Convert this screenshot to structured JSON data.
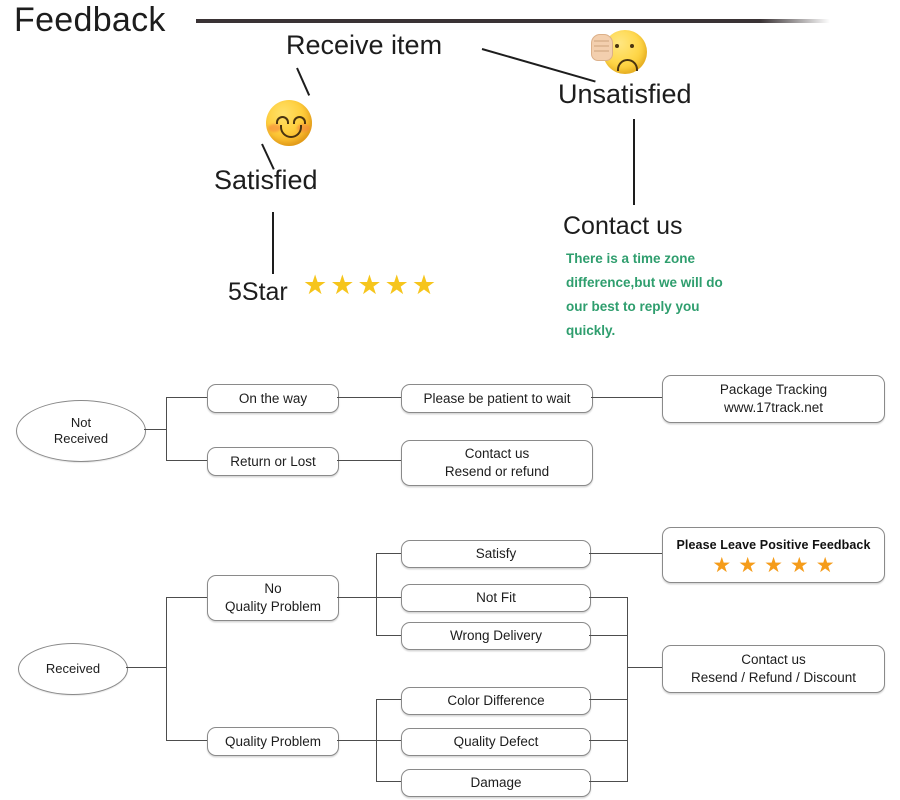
{
  "header": {
    "title": "Feedback"
  },
  "top_section": {
    "receive_item": "Receive item",
    "satisfied": "Satisfied",
    "unsatisfied": "Unsatisfied",
    "five_star_label": "5Star",
    "five_star_glyphs": "★★★★★",
    "satisfied_icon": "smiling-face-emoji",
    "unsatisfied_icon": "frowning-face-with-hand-emoji",
    "contact": {
      "heading": "Contact us",
      "body": "There is a time zone difference,but we will do our best to reply you quickly."
    }
  },
  "not_received_flow": {
    "root": "Not Received",
    "root_line1": "Not",
    "root_line2": "Received",
    "branches": [
      {
        "label": "On the way",
        "next": "Please be patient to wait"
      },
      {
        "label": "Return or Lost",
        "next_line1": "Contact us",
        "next_line2": "Resend or refund"
      }
    ],
    "tracking": {
      "line1": "Package Tracking",
      "line2": "www.17track.net"
    }
  },
  "received_flow": {
    "root": "Received",
    "categories": [
      {
        "line1": "No",
        "line2": "Quality Problem"
      },
      {
        "line1": "Quality Problem",
        "line2": ""
      }
    ],
    "no_quality_problem_items": [
      "Satisfy",
      "Not Fit",
      "Wrong Delivery"
    ],
    "quality_problem_items": [
      "Color Difference",
      "Quality Defect",
      "Damage"
    ],
    "positive_feedback": {
      "title": "Please Leave Positive Feedback",
      "star_count": 5,
      "star_glyph": "★"
    },
    "contact_outcome": {
      "line1": "Contact us",
      "line2": "Resend / Refund / Discount"
    }
  },
  "colors": {
    "rule": "#3a3335",
    "green_text": "#2f9e6e",
    "star_yellow": "#F6C51C",
    "star_orange": "#F59C1A",
    "box_border": "#8a8a8a",
    "connector": "#4d4d4d"
  }
}
